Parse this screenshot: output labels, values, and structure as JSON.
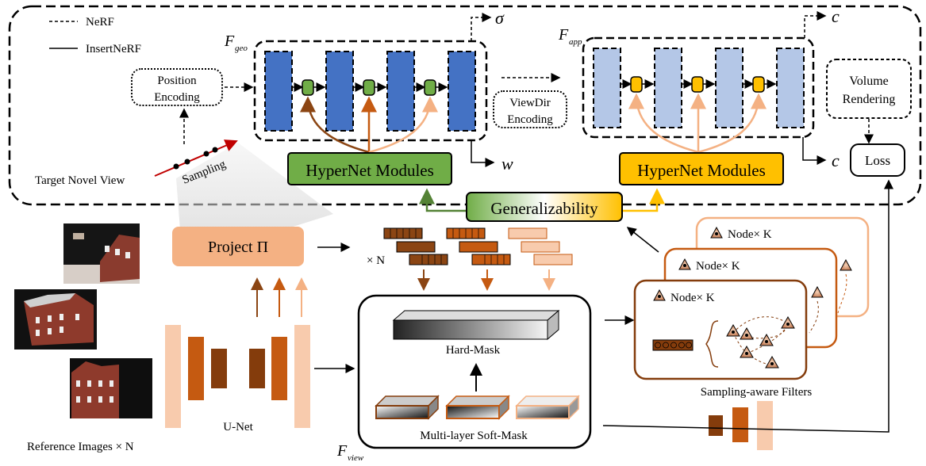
{
  "legend": {
    "nerf": "NeRF",
    "insertnerf": "InsertNeRF"
  },
  "labels": {
    "position_encoding_1": "Position",
    "position_encoding_2": "Encoding",
    "viewdir_encoding_1": "ViewDir",
    "viewdir_encoding_2": "Encoding",
    "volume_rendering_1": "Volume",
    "volume_rendering_2": "Rendering",
    "loss": "Loss",
    "sigma": "σ",
    "w": "w",
    "c_top": "c",
    "c_side": "c",
    "f_geo_main": "F",
    "f_geo_sub": "geo",
    "f_app_main": "F",
    "f_app_sub": "app",
    "f_view_main": "F",
    "f_view_sub": "view",
    "target_novel_view": "Target Novel View",
    "sampling": "Sampling",
    "hypernet_left": "HyperNet Modules",
    "hypernet_right": "HyperNet Modules",
    "generalizability": "Generalizability",
    "project": "Project Π",
    "times_n": "× N",
    "node_k_1": "Node× K",
    "node_k_2": "Node× K",
    "node_k_3": "Node× K",
    "hard_mask": "Hard-Mask",
    "soft_mask": "Multi-layer  Soft-Mask",
    "sampling_filters": "Sampling-aware  Filters",
    "unet": "U-Net",
    "reference_images": "Reference Images × N"
  },
  "colors": {
    "dark_blue": "#4472C4",
    "light_blue": "#B4C7E7",
    "green": "#70AD47",
    "gold": "#FFC000",
    "brown_dark": "#8B4513",
    "brown_mid": "#C55A11",
    "peach": "#F4B183",
    "peach_light": "#F8CBAD"
  }
}
